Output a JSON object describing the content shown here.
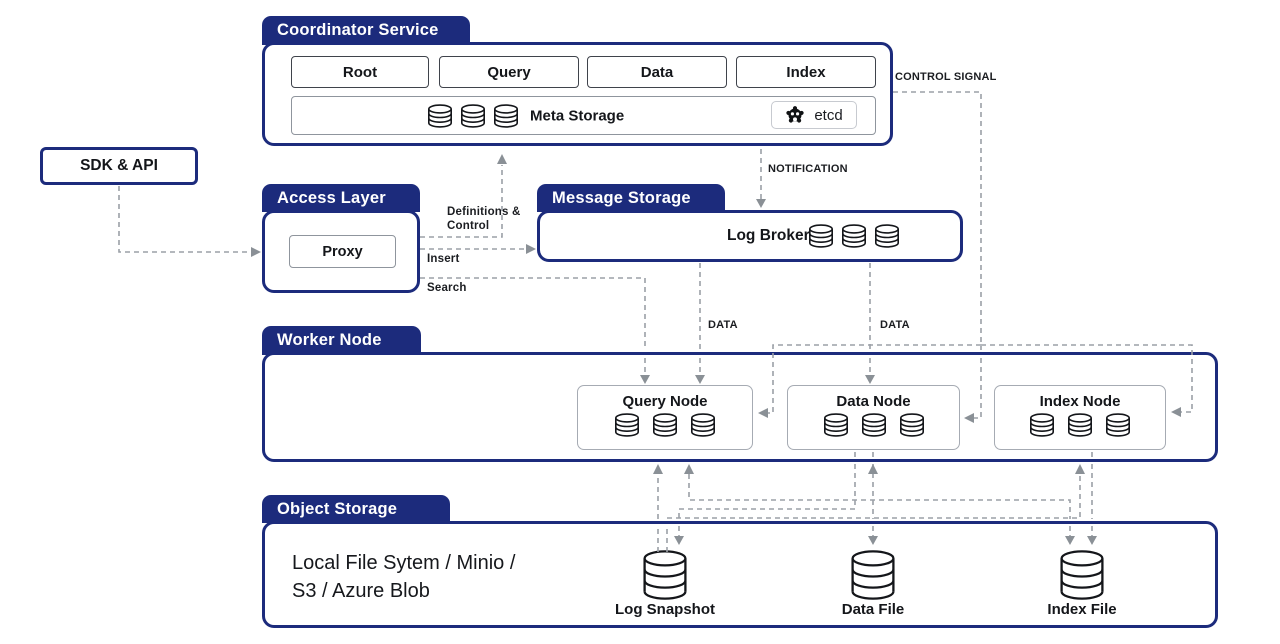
{
  "colors": {
    "navy": "#1c2b7c",
    "connector_gray": "#9ba0a7",
    "arrow_gray": "#8a9096"
  },
  "coordinator": {
    "title": "Coordinator Service",
    "services": [
      "Root",
      "Query",
      "Data",
      "Index"
    ],
    "meta_storage": {
      "label": "Meta Storage",
      "etcd_label": "etcd"
    }
  },
  "sdk_api": {
    "label": "SDK & API"
  },
  "access_layer": {
    "title": "Access Layer",
    "proxy_label": "Proxy"
  },
  "message_storage": {
    "title": "Message Storage",
    "log_broker_label": "Log Broker"
  },
  "worker_node": {
    "title": "Worker Node",
    "nodes": [
      {
        "label": "Query Node"
      },
      {
        "label": "Data Node"
      },
      {
        "label": "Index Node"
      }
    ]
  },
  "object_storage": {
    "title": "Object Storage",
    "backends": "Local File Sytem / Minio /\nS3 / Azure Blob",
    "files": [
      {
        "label": "Log Snapshot"
      },
      {
        "label": "Data File"
      },
      {
        "label": "Index File"
      }
    ]
  },
  "connector_labels": {
    "control_signal": "CONTROL SIGNAL",
    "notification": "NOTIFICATION",
    "definitions_control": "Definitions &\nControl",
    "insert": "Insert",
    "search": "Search",
    "data_to_query": "DATA",
    "data_to_data": "DATA"
  }
}
